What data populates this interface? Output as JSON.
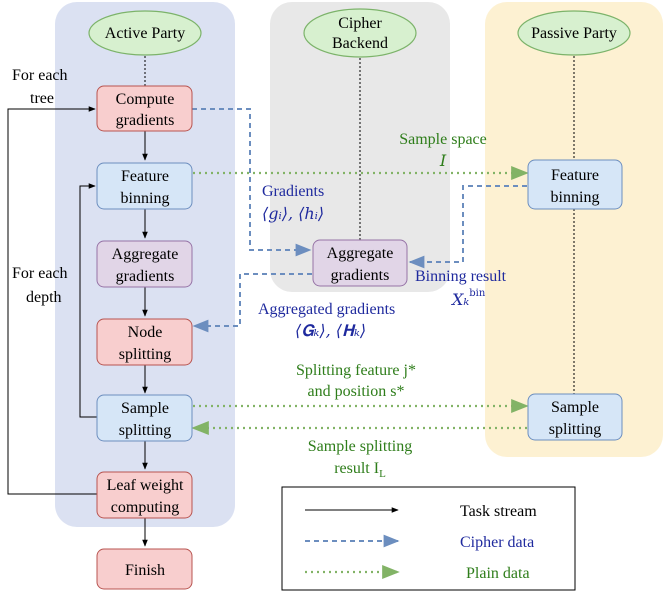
{
  "colors": {
    "active_bg": "#dbe1f2",
    "cipher_bg": "#e8e8e8",
    "passive_bg": "#fdf1d2",
    "header_fill": "#d7f0cf",
    "header_stroke": "#7cb36a",
    "red_fill": "#f8cece",
    "red_stroke": "#b85450",
    "blue_fill": "#d6e6f7",
    "blue_stroke": "#6c8ebf",
    "purple_fill": "#e1d5e7",
    "purple_stroke": "#9673a6",
    "cipher_arrow": "#6c8ebf",
    "plain_arrow": "#82b366",
    "green_text": "#2e7d1a",
    "blue_text": "#1f2a9e"
  },
  "columns": {
    "active": "Active Party",
    "cipher": [
      "Cipher",
      "Backend"
    ],
    "passive": "Passive Party"
  },
  "nodes": {
    "compute_gradients": [
      "Compute",
      "gradients"
    ],
    "feature_binning_active": [
      "Feature",
      "binning"
    ],
    "aggregate_gradients_active": [
      "Aggregate",
      "gradients"
    ],
    "node_splitting": [
      "Node",
      "splitting"
    ],
    "sample_splitting_active": [
      "Sample",
      "splitting"
    ],
    "leaf_weight_computing": [
      "Leaf weight",
      "computing"
    ],
    "finish": [
      "Finish"
    ],
    "aggregate_gradients_cipher": [
      "Aggregate",
      "gradients"
    ],
    "feature_binning_passive": [
      "Feature",
      "binning"
    ],
    "sample_splitting_passive": [
      "Sample",
      "splitting"
    ]
  },
  "loops": {
    "for_each_tree": [
      "For each",
      "tree"
    ],
    "for_each_depth": [
      "For each",
      "depth"
    ]
  },
  "edge_labels": {
    "sample_space": "Sample space",
    "sample_space_symbol": "I",
    "gradients": "Gradients",
    "gradients_symbol": "⟨gᵢ⟩, ⟨hᵢ⟩",
    "binning_result": "Binning result",
    "binning_symbol": "Xₖ",
    "binning_superscript": "bin",
    "aggregated_gradients": "Aggregated gradients",
    "aggregated_symbol": "⟨𝐆ₖ⟩, ⟨𝐇ₖ⟩",
    "splitting_feature": "Splitting feature j*",
    "and_position": "and position s*",
    "sample_splitting_result": "Sample splitting",
    "result_symbol": "result I",
    "result_subscript": "L"
  },
  "legend": {
    "task_stream": "Task stream",
    "cipher_data": "Cipher data",
    "plain_data": "Plain data"
  }
}
